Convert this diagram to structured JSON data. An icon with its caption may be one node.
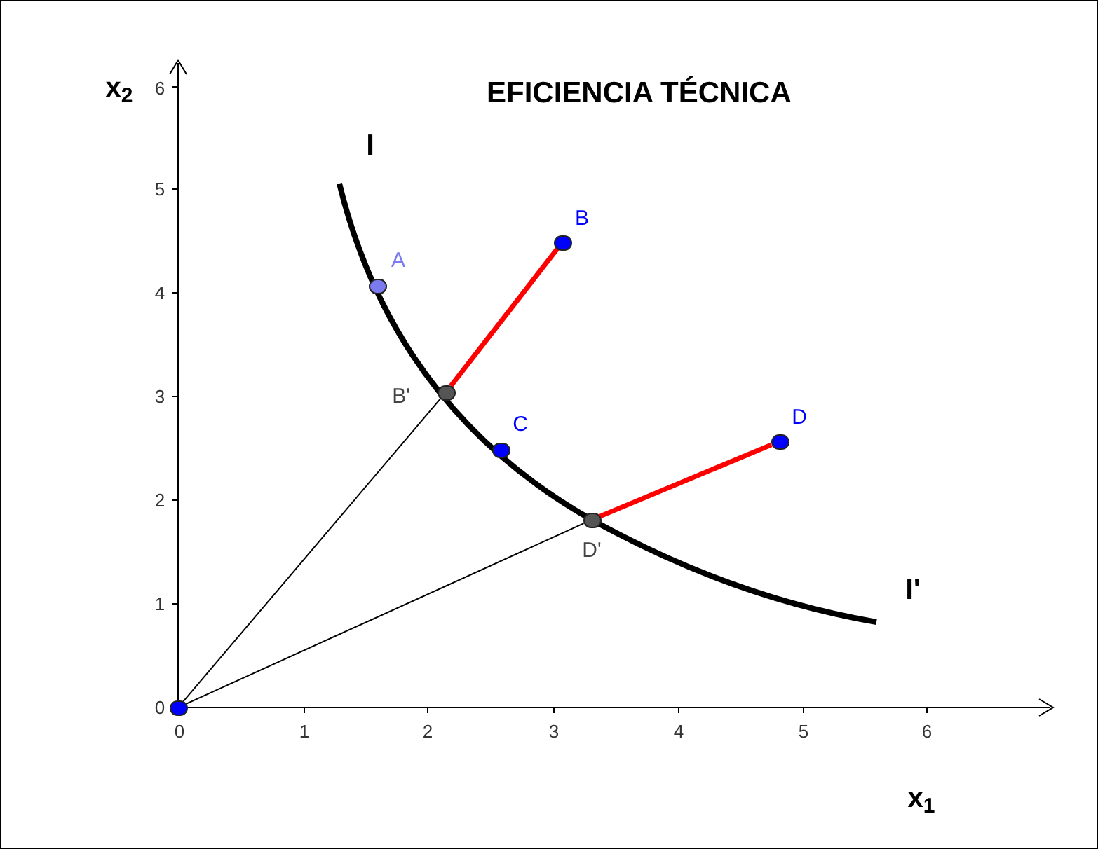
{
  "diagram": {
    "title": "EFICIENCIA TÉCNICA",
    "nodes": [
      {
        "text": [],
        "shape": "circle"
      },
      {
        "text": [],
        "shape": "circle",
        "beside": [
          "A"
        ]
      },
      {
        "text": [],
        "shape": "circle",
        "beside": [
          "B"
        ]
      },
      {
        "text": [],
        "shape": "circle",
        "beside": [
          "B'"
        ]
      },
      {
        "text": [],
        "shape": "circle",
        "beside": [
          "C"
        ]
      },
      {
        "text": [],
        "shape": "circle",
        "beside": [
          "D"
        ]
      },
      {
        "text": [],
        "shape": "circle",
        "beside": [
          "D'"
        ]
      }
    ],
    "edges": [
      {
        "from": 0,
        "to": 3,
        "arrow": "none"
      },
      {
        "from": 3,
        "to": 2,
        "arrow": "none",
        "style": "thick",
        "color": "#ff0000"
      },
      {
        "from": 0,
        "to": 6,
        "arrow": "none"
      },
      {
        "from": 6,
        "to": 5,
        "arrow": "none",
        "style": "thick",
        "color": "#ff0000"
      }
    ],
    "labels": [
      "x$_{2}$",
      "6",
      "I",
      "5",
      "4",
      "3",
      "2",
      "1",
      "0",
      "I'",
      "0",
      "1",
      "2",
      "3",
      "4",
      "5",
      "6",
      "x$_{1}$"
    ]
  }
}
